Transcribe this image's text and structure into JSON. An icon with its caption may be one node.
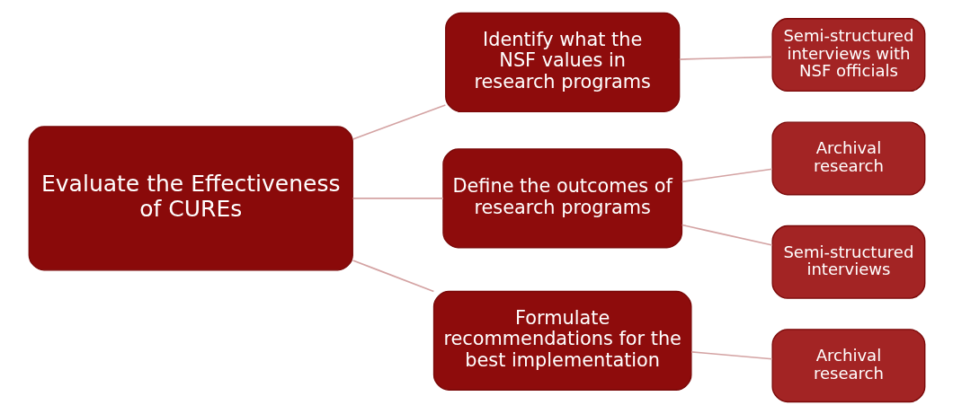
{
  "diagram": {
    "nodes": [
      {
        "text": [
          "Evaluate the Effectiveness of CUREs"
        ]
      },
      {
        "text": [
          "Identify what the NSF values in research programs"
        ]
      },
      {
        "text": [
          "Define the outcomes of research programs"
        ]
      },
      {
        "text": [
          "Formulate recommendations for the best implementation"
        ]
      },
      {
        "text": [
          "Semi-structured interviews with NSF officials"
        ]
      },
      {
        "text": [
          "Archival research"
        ]
      },
      {
        "text": [
          "Semi-structured interviews"
        ]
      },
      {
        "text": [
          "Archival research"
        ]
      }
    ],
    "edges": [
      {
        "from": 0,
        "to": 1,
        "arrow": "none"
      },
      {
        "from": 0,
        "to": 2,
        "arrow": "none"
      },
      {
        "from": 0,
        "to": 3,
        "arrow": "none"
      },
      {
        "from": 1,
        "to": 4,
        "arrow": "none"
      },
      {
        "from": 2,
        "to": 5,
        "arrow": "none"
      },
      {
        "from": 2,
        "to": 6,
        "arrow": "none"
      },
      {
        "from": 3,
        "to": 7,
        "arrow": "none"
      }
    ]
  }
}
